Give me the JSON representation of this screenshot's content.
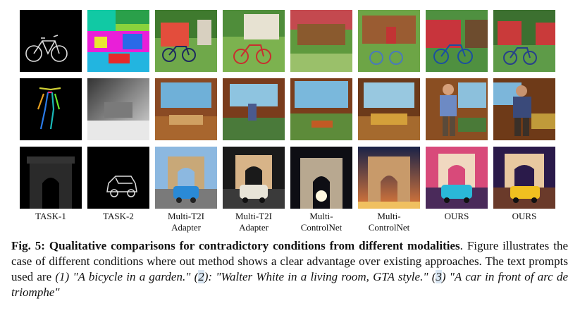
{
  "columns": [
    {
      "label_line1": "TASK-1",
      "label_line2": ""
    },
    {
      "label_line1": "TASK-2",
      "label_line2": ""
    },
    {
      "label_line1": "Multi-T2I",
      "label_line2": "Adapter"
    },
    {
      "label_line1": "Multi-T2I",
      "label_line2": "Adapter"
    },
    {
      "label_line1": "Multi-",
      "label_line2": "ControlNet"
    },
    {
      "label_line1": "Multi-",
      "label_line2": "ControlNet"
    },
    {
      "label_line1": "OURS",
      "label_line2": ""
    },
    {
      "label_line1": "OURS",
      "label_line2": ""
    }
  ],
  "caption": {
    "label": "Fig. 5:",
    "bold_title": "Qualitative comparisons for contradictory conditions from different modalities",
    "body_1": ". Figure illustrates the case of different conditions where out method shows a clear advantage over existing approaches. The text prompts used are ",
    "prompt_1_num": "(1)",
    "prompt_1": "\"A bicycle in a garden.\"",
    "prompt_2_open": "(",
    "prompt_2_digit": "2",
    "prompt_2_close": "): \"Walter White in a living room, GTA style.\"",
    "prompt_3_open": "(",
    "prompt_3_digit": "3",
    "prompt_3_close": ") \"A car in front of arc de triomphe\""
  },
  "colors": {
    "highlight": "#d9e6f2",
    "text": "#111111"
  }
}
